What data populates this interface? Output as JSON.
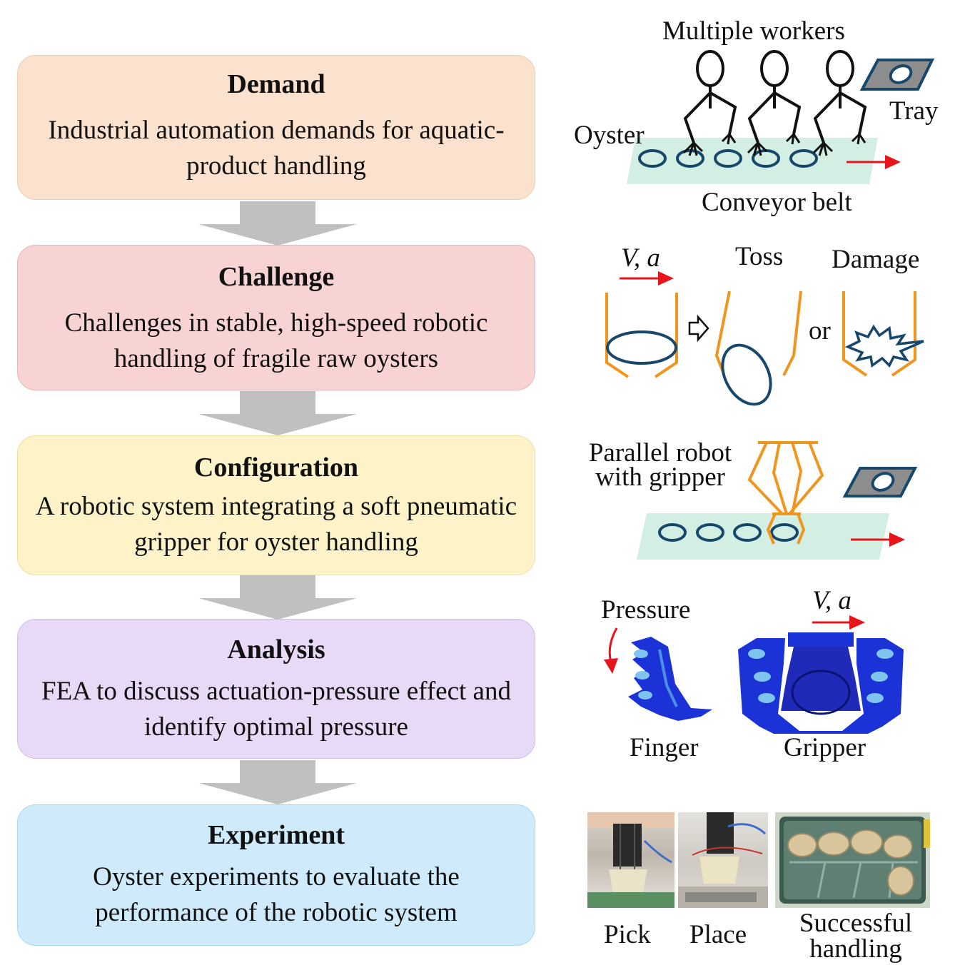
{
  "steps": [
    {
      "title": "Demand",
      "description": "Industrial automation demands for aquatic-product handling"
    },
    {
      "title": "Challenge",
      "description": "Challenges in stable, high-speed robotic handling of fragile raw oysters"
    },
    {
      "title": "Configuration",
      "description": "A robotic system integrating a soft pneumatic gripper for oyster handling"
    },
    {
      "title": "Analysis",
      "description": "FEA to discuss actuation-pressure effect and identify optimal pressure"
    },
    {
      "title": "Experiment",
      "description": "Oyster experiments to evaluate the performance of the robotic system"
    }
  ],
  "panels": {
    "demand": {
      "workers": "Multiple workers",
      "tray": "Tray",
      "oyster": "Oyster",
      "conveyor": "Conveyor belt"
    },
    "challenge": {
      "motion": "V, a",
      "toss": "Toss",
      "damage": "Damage",
      "or": "or"
    },
    "configuration": {
      "robot_line1": "Parallel robot",
      "robot_line2": "with gripper"
    },
    "analysis": {
      "pressure": "Pressure",
      "motion": "V, a",
      "finger": "Finger",
      "gripper": "Gripper"
    },
    "experiment": {
      "pick": "Pick",
      "place": "Place",
      "success_line1": "Successful",
      "success_line2": "handling"
    }
  },
  "colors": {
    "demand_box": "#fbe2cf",
    "challenge_box": "#f7d3d3",
    "configuration_box": "#fdf2c8",
    "analysis_box": "#e8d9f7",
    "experiment_box": "#cfeafb",
    "flow_arrow": "#c0c0c0",
    "oyster_outline": "#17486b",
    "conveyor": "#d3efe3",
    "gripper": "#f0961e",
    "motion_arrow": "#e8141b",
    "fea_blue": "#1b33d6"
  }
}
